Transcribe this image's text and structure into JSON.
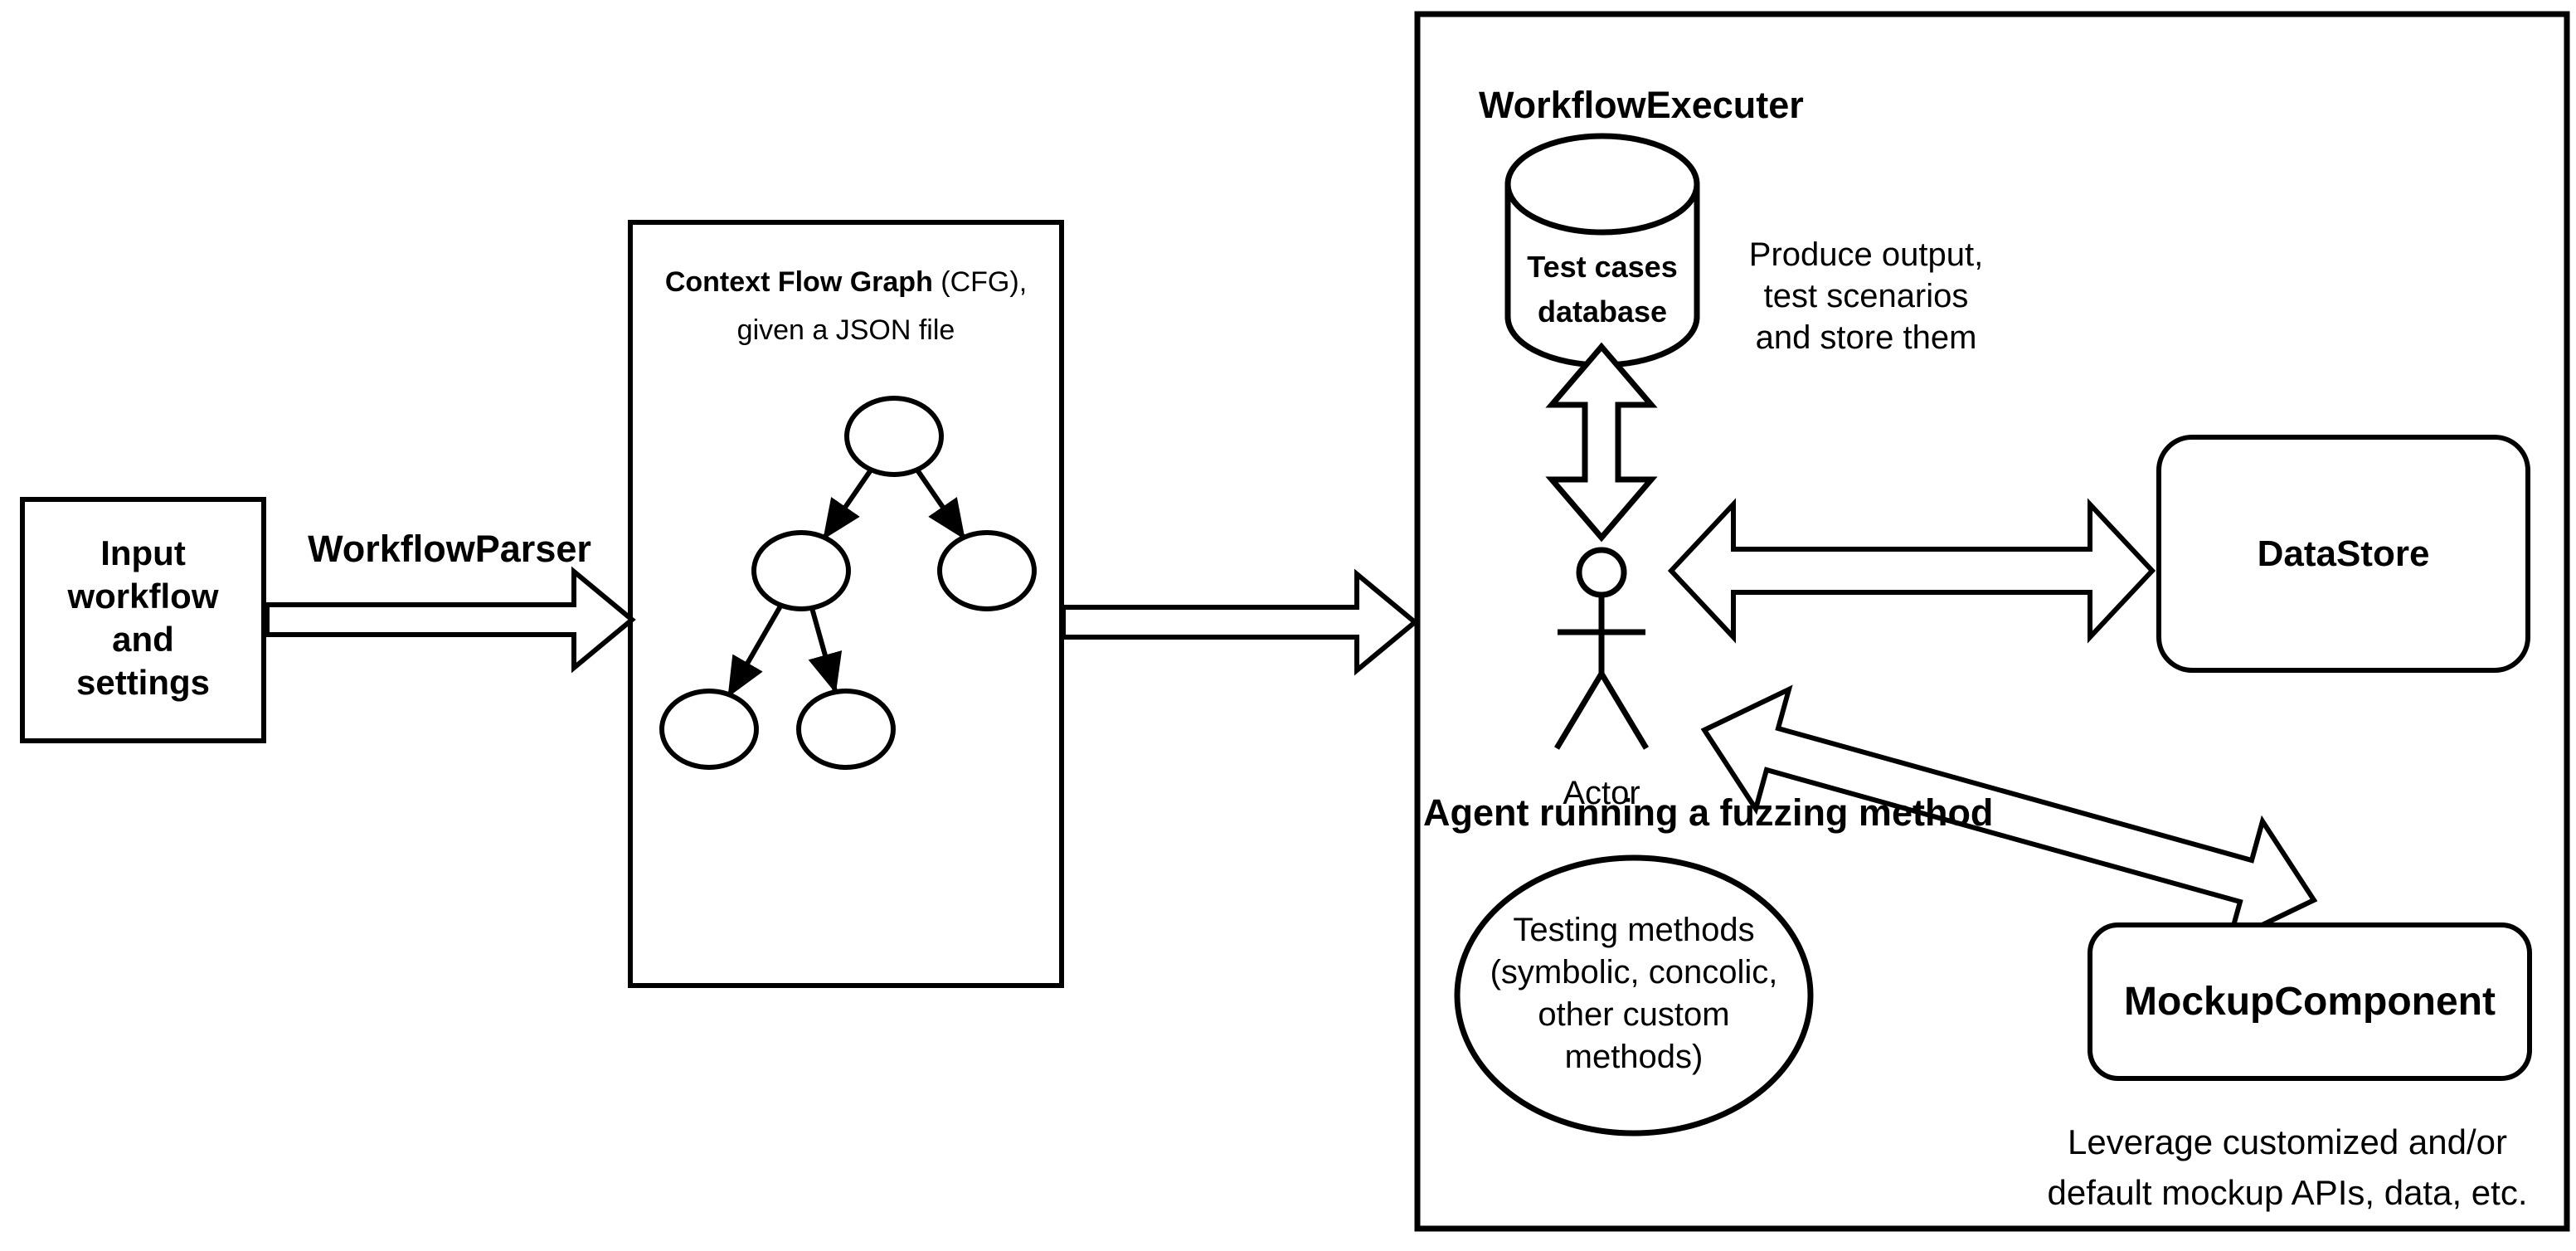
{
  "colors": {
    "ink": "#000000",
    "paper": "#ffffff"
  },
  "input_box": {
    "lines": [
      "Input",
      "workflow",
      "and",
      "settings"
    ]
  },
  "workflow_parser": {
    "label": "WorkflowParser"
  },
  "cfg_box": {
    "title_bold": "Context Flow Graph",
    "title_rest": " (CFG),",
    "subtitle": "given a JSON file"
  },
  "executor": {
    "title": "WorkflowExecuter",
    "database": {
      "line1": "Test cases",
      "line2": "database"
    },
    "produce_note": {
      "line1": "Produce output,",
      "line2": "test scenarios",
      "line3": "and store them"
    },
    "actor": {
      "label": "Actor"
    },
    "agent_caption": "Agent running a fuzzing method",
    "methods_ellipse": {
      "line1": "Testing methods",
      "line2": "(symbolic, concolic,",
      "line3": "other custom",
      "line4": "methods)"
    },
    "datastore": {
      "label": "DataStore"
    },
    "mockup": {
      "label": "MockupComponent"
    },
    "leverage_note": {
      "line1": "Leverage customized and/or",
      "line2": "default mockup APIs, data, etc."
    }
  }
}
